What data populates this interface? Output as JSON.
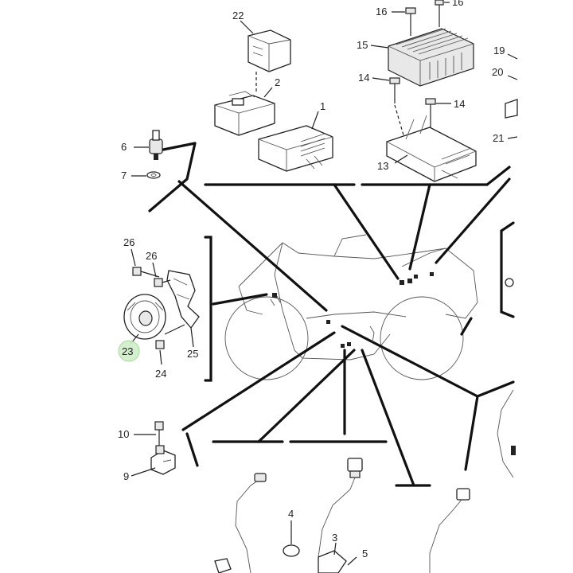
{
  "callouts": {
    "c1": "1",
    "c2": "2",
    "c3": "3",
    "c4": "4",
    "c5": "5",
    "c6": "6",
    "c7": "7",
    "c9": "9",
    "c10": "10",
    "c13": "13",
    "c14a": "14",
    "c14b": "14",
    "c15": "15",
    "c16a": "16",
    "c16b": "16",
    "c19": "19",
    "c20": "20",
    "c21": "21",
    "c22": "22",
    "c23": "23",
    "c24": "24",
    "c25": "25",
    "c26a": "26",
    "c26b": "26"
  },
  "highlight": {
    "part": "23",
    "color": "#cfeec8"
  }
}
